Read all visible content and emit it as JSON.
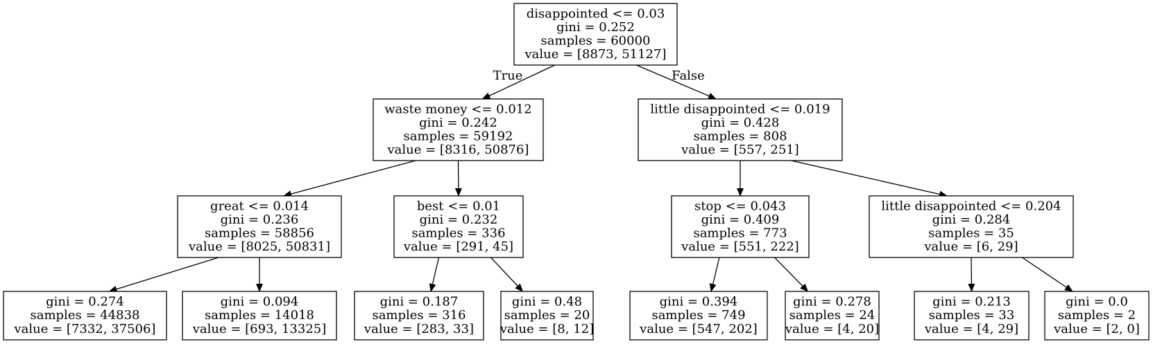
{
  "tree": {
    "nodes": [
      {
        "id": "n0",
        "lines": [
          "disappointed <= 0.03",
          "gini = 0.252",
          "samples = 60000",
          "value = [8873, 51127]"
        ]
      },
      {
        "id": "n1",
        "lines": [
          "waste money <= 0.012",
          "gini = 0.242",
          "samples = 59192",
          "value = [8316, 50876]"
        ]
      },
      {
        "id": "n2",
        "lines": [
          "little disappointed <= 0.019",
          "gini = 0.428",
          "samples = 808",
          "value = [557, 251]"
        ]
      },
      {
        "id": "n3",
        "lines": [
          "great <= 0.014",
          "gini = 0.236",
          "samples = 58856",
          "value = [8025, 50831]"
        ]
      },
      {
        "id": "n4",
        "lines": [
          "best <= 0.01",
          "gini = 0.232",
          "samples = 336",
          "value = [291, 45]"
        ]
      },
      {
        "id": "n5",
        "lines": [
          "stop <= 0.043",
          "gini = 0.409",
          "samples = 773",
          "value = [551, 222]"
        ]
      },
      {
        "id": "n6",
        "lines": [
          "little disappointed <= 0.204",
          "gini = 0.284",
          "samples = 35",
          "value = [6, 29]"
        ]
      },
      {
        "id": "n7",
        "lines": [
          "gini = 0.274",
          "samples = 44838",
          "value = [7332, 37506]"
        ]
      },
      {
        "id": "n8",
        "lines": [
          "gini = 0.094",
          "samples = 14018",
          "value = [693, 13325]"
        ]
      },
      {
        "id": "n9",
        "lines": [
          "gini = 0.187",
          "samples = 316",
          "value = [283, 33]"
        ]
      },
      {
        "id": "n10",
        "lines": [
          "gini = 0.48",
          "samples = 20",
          "value = [8, 12]"
        ]
      },
      {
        "id": "n11",
        "lines": [
          "gini = 0.394",
          "samples = 749",
          "value = [547, 202]"
        ]
      },
      {
        "id": "n12",
        "lines": [
          "gini = 0.278",
          "samples = 24",
          "value = [4, 20]"
        ]
      },
      {
        "id": "n13",
        "lines": [
          "gini = 0.213",
          "samples = 33",
          "value = [4, 29]"
        ]
      },
      {
        "id": "n14",
        "lines": [
          "gini = 0.0",
          "samples = 2",
          "value = [2, 0]"
        ]
      }
    ],
    "edges": [
      {
        "from": "n0",
        "to": "n1",
        "label": "True"
      },
      {
        "from": "n0",
        "to": "n2",
        "label": "False"
      },
      {
        "from": "n1",
        "to": "n3"
      },
      {
        "from": "n1",
        "to": "n4"
      },
      {
        "from": "n2",
        "to": "n5"
      },
      {
        "from": "n2",
        "to": "n6"
      },
      {
        "from": "n3",
        "to": "n7"
      },
      {
        "from": "n3",
        "to": "n8"
      },
      {
        "from": "n4",
        "to": "n9"
      },
      {
        "from": "n4",
        "to": "n10"
      },
      {
        "from": "n5",
        "to": "n11"
      },
      {
        "from": "n5",
        "to": "n12"
      },
      {
        "from": "n6",
        "to": "n13"
      },
      {
        "from": "n6",
        "to": "n14"
      }
    ]
  }
}
